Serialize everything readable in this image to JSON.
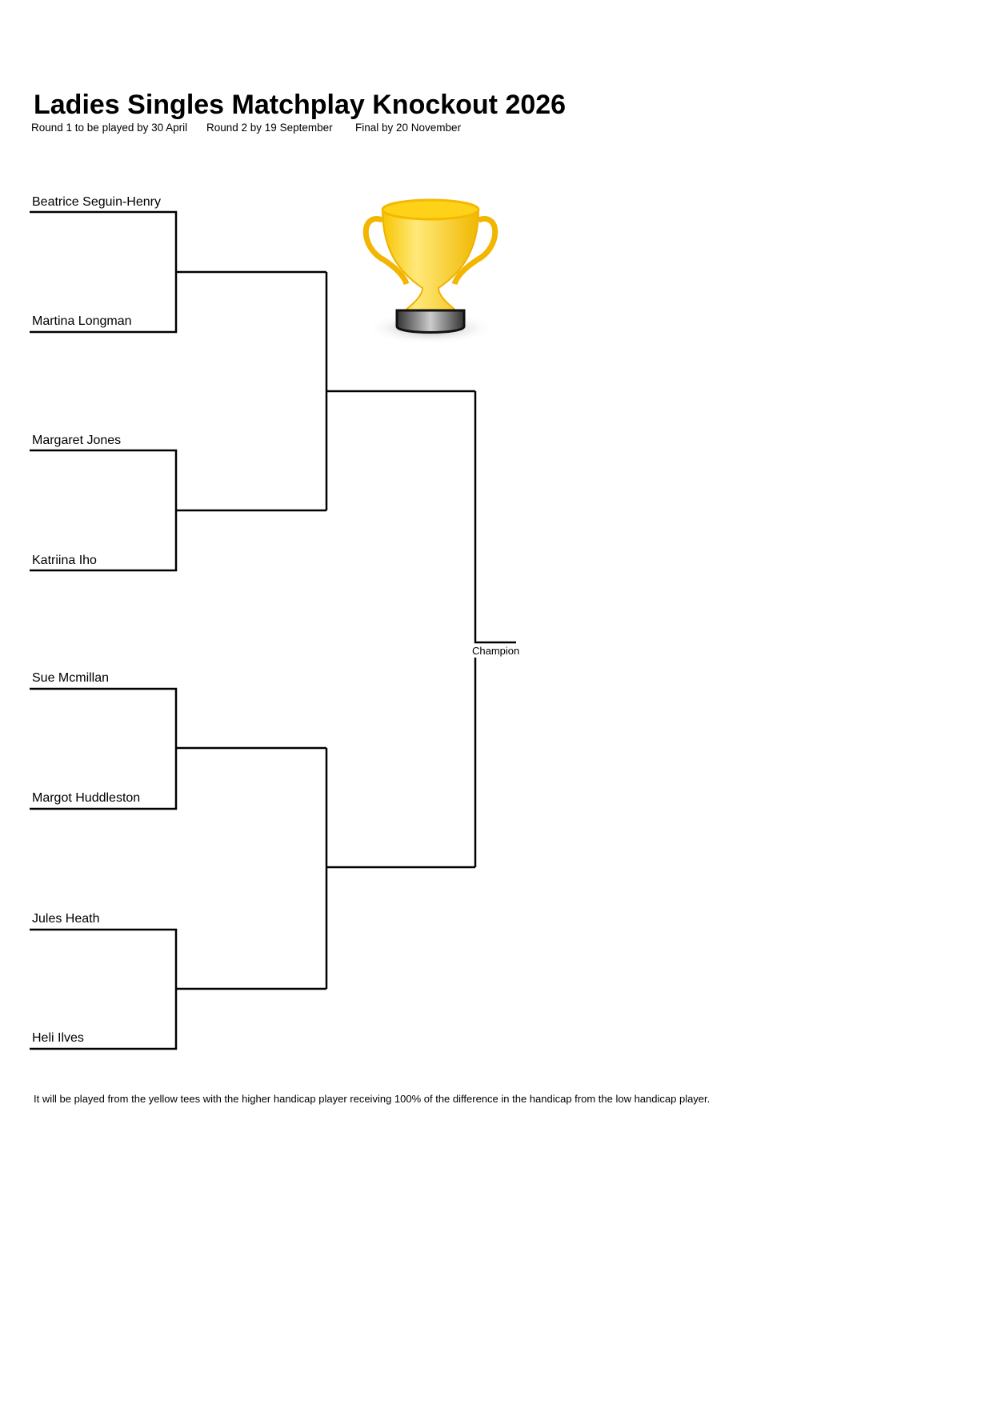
{
  "title": "Ladies Singles Matchplay Knockout 2026",
  "schedule": [
    "Round 1 to be played by 30 April",
    "Round 2 by 19 September",
    "Final by 20 November"
  ],
  "players": [
    "Beatrice Seguin-Henry",
    "Martina Longman",
    "Margaret Jones",
    "Katriina Iho",
    "Sue Mcmillan",
    "Margot Huddleston",
    "Jules Heath",
    "Heli Ilves"
  ],
  "champion_label": "Champion",
  "footer": "It will be played from the yellow tees with the higher handicap player receiving 100% of the difference in the handicap from the low handicap player.",
  "trophy_icon": "trophy-icon"
}
